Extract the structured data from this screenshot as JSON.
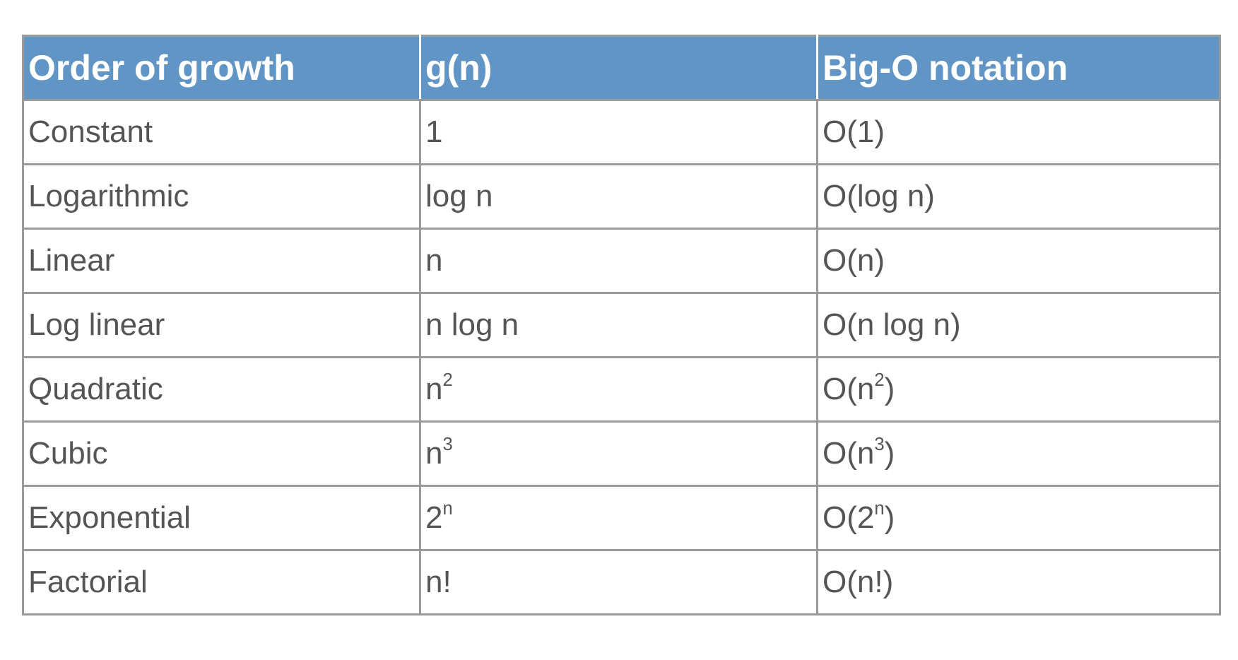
{
  "table": {
    "headers": [
      "Order of growth",
      "g(n)",
      "Big-O notation"
    ],
    "rows": [
      {
        "order": "Constant",
        "g_base": "1",
        "g_sup": "",
        "bigo_pre": "O(1)",
        "bigo_sup": "",
        "bigo_post": ""
      },
      {
        "order": "Logarithmic",
        "g_base": "log n",
        "g_sup": "",
        "bigo_pre": "O(log n)",
        "bigo_sup": "",
        "bigo_post": ""
      },
      {
        "order": "Linear",
        "g_base": "n",
        "g_sup": "",
        "bigo_pre": "O(n)",
        "bigo_sup": "",
        "bigo_post": ""
      },
      {
        "order": "Log linear",
        "g_base": "n log n",
        "g_sup": "",
        "bigo_pre": "O(n log n)",
        "bigo_sup": "",
        "bigo_post": ""
      },
      {
        "order": "Quadratic",
        "g_base": "n",
        "g_sup": "2",
        "bigo_pre": "O(n",
        "bigo_sup": "2",
        "bigo_post": ")"
      },
      {
        "order": "Cubic",
        "g_base": "n",
        "g_sup": "3",
        "bigo_pre": "O(n",
        "bigo_sup": "3",
        "bigo_post": ")"
      },
      {
        "order": "Exponential",
        "g_base": "2",
        "g_sup": "n",
        "bigo_pre": "O(2",
        "bigo_sup": "n",
        "bigo_post": ")"
      },
      {
        "order": "Factorial",
        "g_base": "n!",
        "g_sup": "",
        "bigo_pre": "O(n!)",
        "bigo_sup": "",
        "bigo_post": ""
      }
    ]
  },
  "colors": {
    "header_bg": "#6095c6",
    "header_text": "#ffffff",
    "border": "#9a9a9a",
    "cell_text": "#555555"
  }
}
